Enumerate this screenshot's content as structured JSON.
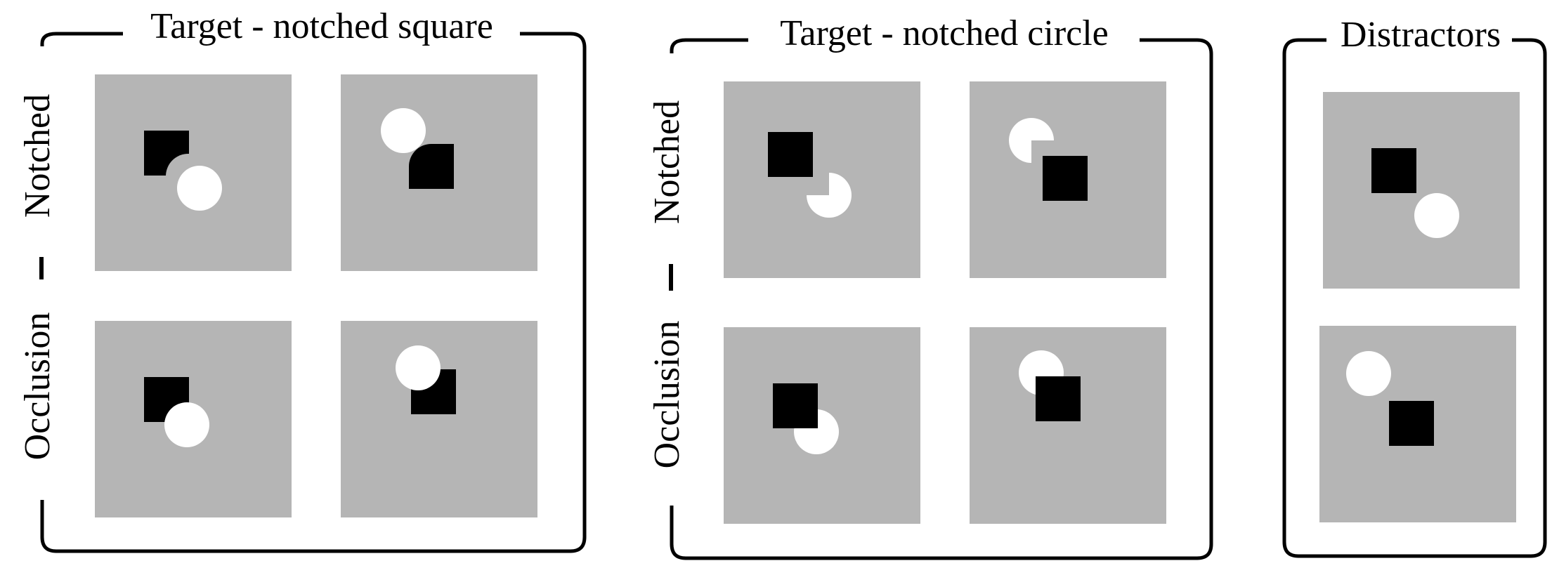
{
  "colors": {
    "panel_bg": "#b5b5b5",
    "square": "#000000",
    "circle": "#ffffff",
    "line": "#000000"
  },
  "groups": {
    "notched_square": {
      "title": "Target - notched square",
      "row_label_top": "Notched",
      "row_label_dash": "-",
      "row_label_bottom": "Occlusion"
    },
    "notched_circle": {
      "title": "Target - notched circle",
      "row_label_top": "Notched",
      "row_label_dash": "-",
      "row_label_bottom": "Occlusion"
    },
    "distractors": {
      "title": "Distractors"
    }
  },
  "stimuli": [
    {
      "group": "notched_square",
      "row": "Notched",
      "type": "square notched by circle"
    },
    {
      "group": "notched_square",
      "row": "Notched",
      "type": "square notched by circle"
    },
    {
      "group": "notched_square",
      "row": "Occlusion",
      "type": "circle occluding square"
    },
    {
      "group": "notched_square",
      "row": "Occlusion",
      "type": "circle occluding square"
    },
    {
      "group": "notched_circle",
      "row": "Notched",
      "type": "circle notched by square"
    },
    {
      "group": "notched_circle",
      "row": "Notched",
      "type": "circle notched by square"
    },
    {
      "group": "notched_circle",
      "row": "Occlusion",
      "type": "square occluding circle"
    },
    {
      "group": "notched_circle",
      "row": "Occlusion",
      "type": "square occluding circle"
    },
    {
      "group": "distractors",
      "row": "",
      "type": "separated square and circle"
    },
    {
      "group": "distractors",
      "row": "",
      "type": "separated square and circle"
    }
  ]
}
